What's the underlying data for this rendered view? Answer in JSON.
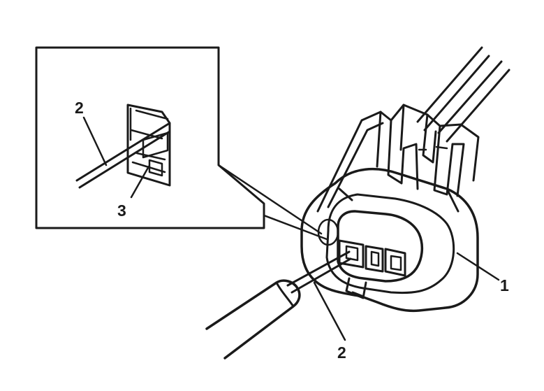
{
  "figure": {
    "description_none": "",
    "callouts": {
      "inset_wire": "2",
      "inset_terminal": "3",
      "connector": "1",
      "probe_wire": "2"
    },
    "colors": {
      "ink": "#1a1a1a",
      "background": "#ffffff"
    }
  }
}
